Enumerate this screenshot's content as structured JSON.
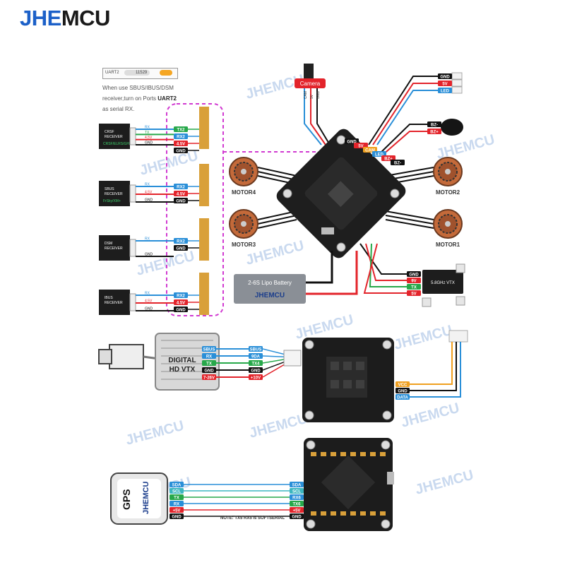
{
  "brand": {
    "part1": "JHE",
    "part2": "MCU",
    "color": "#1c60c8"
  },
  "watermark": "JHEMCU",
  "uart_switch": {
    "label": "UART2",
    "value": "11529"
  },
  "note": {
    "line1": "When use SBUS/IBUS/DSM",
    "line2_prefix": "receiver,turn on Ports",
    "line2_port": "UART2",
    "line3": "as serial RX."
  },
  "receivers": [
    {
      "name": "CRSF RECEIVER",
      "sub": "CRSF/ELRS/GHST",
      "pins": [
        "RX",
        "TX",
        "4.5V",
        "GND"
      ]
    },
    {
      "name": "SBUS RECEIVER",
      "sub": "FrSky/XM+",
      "pins": [
        "RX",
        "4.5V",
        "GND"
      ]
    },
    {
      "name": "DSM RECEIVER",
      "pins": [
        "RX",
        "GND"
      ]
    },
    {
      "name": "IBUS RECEIVER",
      "pins": [
        "RX",
        "4.5V",
        "GND"
      ]
    }
  ],
  "rx_pads": [
    [
      "TX2",
      "RX2",
      "4.5V",
      "GND"
    ],
    [
      "RX2",
      "4.5V",
      "GND"
    ],
    [
      "RX2",
      "GND"
    ],
    [
      "RX2",
      "4.5V",
      "GND"
    ]
  ],
  "camera": {
    "label": "Camera",
    "pins": [
      "CAM",
      "5V",
      "GND"
    ]
  },
  "led_pins": [
    "GND",
    "5V",
    "LED"
  ],
  "buzzer_pins": [
    "BZ-",
    "BZ+"
  ],
  "fc_pads": [
    "GND",
    "5V",
    "CAM",
    "LED",
    "BZ+",
    "BZ-"
  ],
  "motors": [
    "MOTOR4",
    "MOTOR2",
    "MOTOR3",
    "MOTOR1"
  ],
  "battery": {
    "label": "2-6S Lipo Battery",
    "logo": "JHEMCU"
  },
  "vtx": {
    "label": "5.8GHz VTX",
    "pins": [
      "GND",
      "9V",
      "TX",
      "5V"
    ]
  },
  "digital_vtx": {
    "line1": "DIGITAL",
    "line2": "HD VTX",
    "pins": [
      "SBUS",
      "RX",
      "TX",
      "GND",
      "7-26V"
    ]
  },
  "stack_pads": [
    "SBUS",
    "9DA",
    "TX4",
    "GND",
    "+10V"
  ],
  "rgb_pads": [
    "VCC",
    "GND",
    "DATA"
  ],
  "gps": {
    "label": "GPS",
    "logo": "JHEMCU",
    "pins": [
      "SDA",
      "SCL",
      "TX",
      "RX",
      "+5V",
      "GND"
    ]
  },
  "fc2_pads": [
    "SDA",
    "SCL",
    "RX6",
    "TX6",
    "+5V",
    "GND"
  ],
  "gps_note": "NOTE: TX5 RX5 is SOFTSERIAL",
  "colors": {
    "wire_black": "#111111",
    "wire_red": "#e3242b",
    "wire_yellow": "#f0a020",
    "wire_blue": "#2a8fd8",
    "wire_green": "#27a84a",
    "wire_teal": "#3cb6c0",
    "dashed_magenta": "#d13ad1",
    "pcb": "#1c1c1c"
  }
}
